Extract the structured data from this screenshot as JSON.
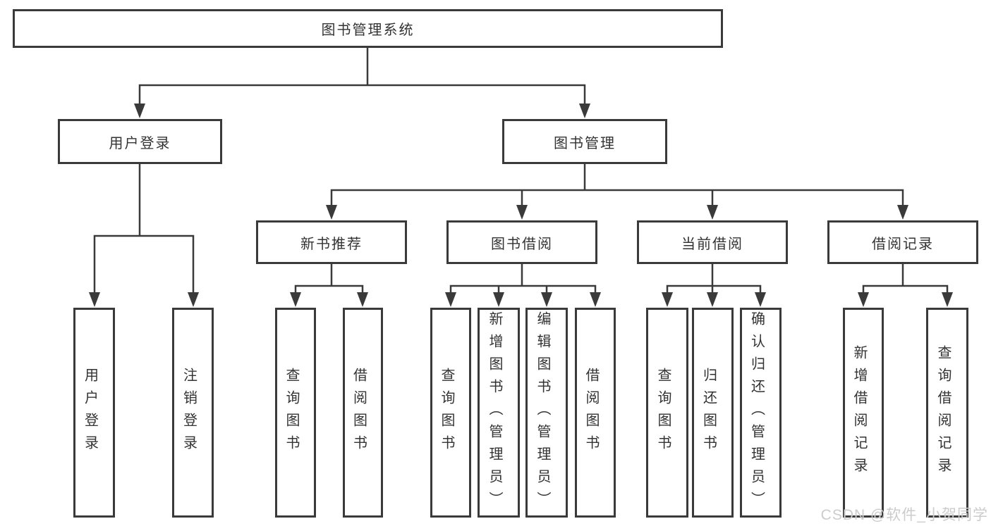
{
  "colors": {
    "line": "#3a3a3a",
    "text": "#333333",
    "box_fill": "#ffffff",
    "background": "#ffffff",
    "watermark": "#cccccc"
  },
  "watermark": {
    "text": "CSDN @软件_小贺同学"
  },
  "diagram": {
    "root": {
      "label": "图书管理系统"
    },
    "level2": {
      "user_login": {
        "label": "用户登录"
      },
      "book_management": {
        "label": "图书管理"
      }
    },
    "level3": {
      "new_book_recommend": {
        "label": "新书推荐"
      },
      "book_borrow": {
        "label": "图书借阅"
      },
      "current_borrow": {
        "label": "当前借阅"
      },
      "borrow_records": {
        "label": "借阅记录"
      }
    },
    "leaves": {
      "user_login": [
        "用户登录",
        "注销登录"
      ],
      "new_book_recommend": [
        "查询图书",
        "借阅图书"
      ],
      "book_borrow": [
        "查询图书",
        "新增图书（管理员）",
        "编辑图书（管理员）",
        "借阅图书"
      ],
      "current_borrow": [
        "查询图书",
        "归还图书",
        "确认归还（管理员）"
      ],
      "borrow_records": [
        "新增借阅记录",
        "查询借阅记录"
      ]
    }
  }
}
